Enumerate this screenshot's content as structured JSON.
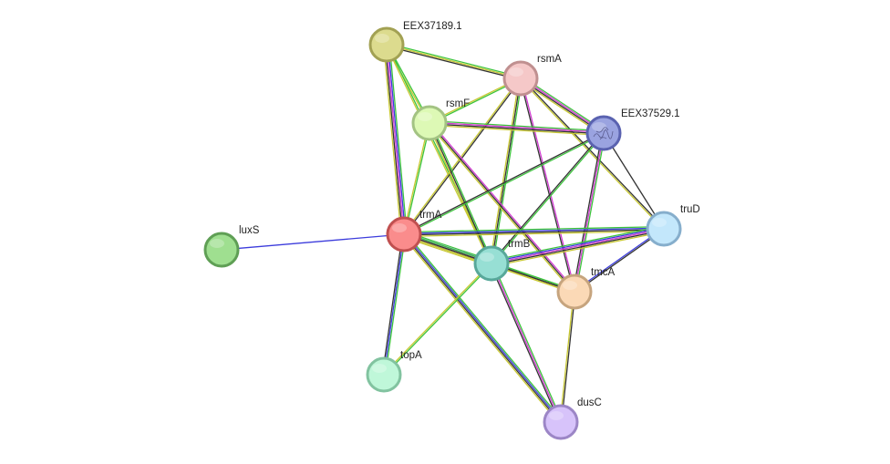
{
  "network": {
    "nodes": [
      {
        "id": "EEX37189.1",
        "label": "EEX37189.1",
        "fill": "#dcdb8e",
        "stroke": "#a2a153"
      },
      {
        "id": "rsmA",
        "label": "rsmA",
        "fill": "#f5c8c8",
        "stroke": "#c09090"
      },
      {
        "id": "rsmF",
        "label": "rsmF",
        "fill": "#ddf9b5",
        "stroke": "#a3c383"
      },
      {
        "id": "EEX37529.1",
        "label": "EEX37529.1",
        "fill": "#9aa3e0",
        "stroke": "#5a62b0",
        "has_structure": true
      },
      {
        "id": "trmA",
        "label": "trmA",
        "fill": "#fa8c8c",
        "stroke": "#c05050"
      },
      {
        "id": "luxS",
        "label": "luxS",
        "fill": "#9fdf90",
        "stroke": "#5f9f55"
      },
      {
        "id": "truD",
        "label": "truD",
        "fill": "#c3e7fb",
        "stroke": "#86aecc"
      },
      {
        "id": "trmB",
        "label": "trmB",
        "fill": "#97dfd4",
        "stroke": "#58a89a"
      },
      {
        "id": "tmcA",
        "label": "tmcA",
        "fill": "#fbd9b6",
        "stroke": "#c6a47e"
      },
      {
        "id": "topA",
        "label": "topA",
        "fill": "#bff7d9",
        "stroke": "#82c3a0"
      },
      {
        "id": "dusC",
        "label": "dusC",
        "fill": "#d7c3fa",
        "stroke": "#9c86c6"
      }
    ],
    "edge_colors": {
      "green": "#3cc43c",
      "yellow": "#c8c832",
      "blue": "#3c3cdc",
      "magenta": "#d23cd2",
      "black": "#333333",
      "cyan": "#3cc8c8",
      "purple": "#5a3cc8"
    },
    "edges": [
      {
        "source": "EEX37189.1",
        "target": "rsmA",
        "colors": [
          "green",
          "yellow",
          "black"
        ]
      },
      {
        "source": "EEX37189.1",
        "target": "rsmF",
        "colors": [
          "green",
          "yellow"
        ]
      },
      {
        "source": "EEX37189.1",
        "target": "trmA",
        "colors": [
          "green",
          "blue",
          "magenta",
          "black",
          "yellow"
        ]
      },
      {
        "source": "EEX37189.1",
        "target": "trmB",
        "colors": [
          "green",
          "yellow"
        ]
      },
      {
        "source": "rsmA",
        "target": "rsmF",
        "colors": [
          "green",
          "yellow"
        ]
      },
      {
        "source": "rsmA",
        "target": "EEX37529.1",
        "colors": [
          "green",
          "magenta",
          "black",
          "yellow"
        ]
      },
      {
        "source": "rsmA",
        "target": "trmA",
        "colors": [
          "black",
          "yellow"
        ]
      },
      {
        "source": "rsmA",
        "target": "trmB",
        "colors": [
          "green",
          "black",
          "yellow"
        ]
      },
      {
        "source": "rsmA",
        "target": "tmcA",
        "colors": [
          "magenta",
          "black"
        ]
      },
      {
        "source": "rsmA",
        "target": "truD",
        "colors": [
          "black",
          "yellow"
        ]
      },
      {
        "source": "rsmF",
        "target": "EEX37529.1",
        "colors": [
          "green",
          "magenta",
          "black",
          "yellow"
        ]
      },
      {
        "source": "rsmF",
        "target": "trmA",
        "colors": [
          "green",
          "yellow"
        ]
      },
      {
        "source": "rsmF",
        "target": "trmB",
        "colors": [
          "green",
          "black",
          "yellow"
        ]
      },
      {
        "source": "rsmF",
        "target": "tmcA",
        "colors": [
          "magenta",
          "black",
          "yellow"
        ]
      },
      {
        "source": "EEX37529.1",
        "target": "trmA",
        "colors": [
          "green",
          "black"
        ]
      },
      {
        "source": "EEX37529.1",
        "target": "trmB",
        "colors": [
          "green",
          "black"
        ]
      },
      {
        "source": "EEX37529.1",
        "target": "tmcA",
        "colors": [
          "green",
          "magenta",
          "black"
        ]
      },
      {
        "source": "EEX37529.1",
        "target": "truD",
        "colors": [
          "black"
        ]
      },
      {
        "source": "trmA",
        "target": "luxS",
        "colors": [
          "blue"
        ]
      },
      {
        "source": "trmA",
        "target": "trmB",
        "colors": [
          "green",
          "blue",
          "magenta",
          "black",
          "yellow"
        ]
      },
      {
        "source": "trmA",
        "target": "tmcA",
        "colors": [
          "green",
          "black",
          "yellow"
        ]
      },
      {
        "source": "trmA",
        "target": "truD",
        "colors": [
          "green",
          "blue",
          "black",
          "yellow"
        ]
      },
      {
        "source": "trmA",
        "target": "topA",
        "colors": [
          "green",
          "blue",
          "black"
        ]
      },
      {
        "source": "trmA",
        "target": "dusC",
        "colors": [
          "green",
          "blue",
          "black",
          "yellow"
        ]
      },
      {
        "source": "trmB",
        "target": "truD",
        "colors": [
          "green",
          "blue",
          "magenta",
          "black",
          "yellow"
        ]
      },
      {
        "source": "trmB",
        "target": "tmcA",
        "colors": [
          "green",
          "black",
          "yellow"
        ]
      },
      {
        "source": "trmB",
        "target": "topA",
        "colors": [
          "green",
          "yellow"
        ]
      },
      {
        "source": "trmB",
        "target": "dusC",
        "colors": [
          "green",
          "magenta",
          "black"
        ]
      },
      {
        "source": "tmcA",
        "target": "truD",
        "colors": [
          "blue",
          "black"
        ]
      },
      {
        "source": "tmcA",
        "target": "dusC",
        "colors": [
          "black",
          "yellow"
        ]
      }
    ]
  }
}
